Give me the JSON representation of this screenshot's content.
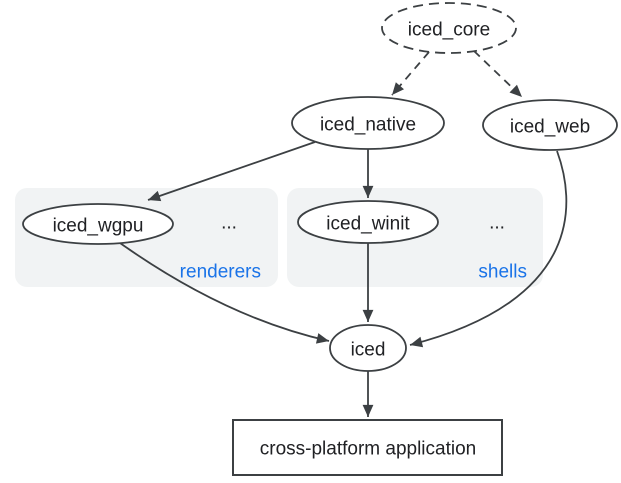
{
  "diagram": {
    "kind": "dependency-graph",
    "nodes": {
      "iced_core": {
        "label": "iced_core",
        "shape": "ellipse",
        "border": "dashed"
      },
      "iced_native": {
        "label": "iced_native",
        "shape": "ellipse",
        "border": "solid"
      },
      "iced_web": {
        "label": "iced_web",
        "shape": "ellipse",
        "border": "solid"
      },
      "iced_wgpu": {
        "label": "iced_wgpu",
        "shape": "ellipse",
        "border": "solid"
      },
      "iced_winit": {
        "label": "iced_winit",
        "shape": "ellipse",
        "border": "solid"
      },
      "iced": {
        "label": "iced",
        "shape": "ellipse",
        "border": "solid"
      },
      "app": {
        "label": "cross-platform application",
        "shape": "rectangle",
        "border": "solid"
      }
    },
    "groups": {
      "renderers": {
        "label": "renderers",
        "ellipsis": "...",
        "members": [
          "iced_wgpu"
        ]
      },
      "shells": {
        "label": "shells",
        "ellipsis": "...",
        "members": [
          "iced_winit"
        ]
      }
    },
    "edges": [
      {
        "from": "iced_core",
        "to": "iced_native",
        "style": "dashed"
      },
      {
        "from": "iced_core",
        "to": "iced_web",
        "style": "dashed"
      },
      {
        "from": "iced_native",
        "to": "iced_wgpu",
        "style": "solid"
      },
      {
        "from": "iced_native",
        "to": "iced_winit",
        "style": "solid"
      },
      {
        "from": "iced_wgpu",
        "to": "iced",
        "style": "solid"
      },
      {
        "from": "iced_winit",
        "to": "iced",
        "style": "solid"
      },
      {
        "from": "iced_web",
        "to": "iced",
        "style": "solid"
      },
      {
        "from": "iced",
        "to": "app",
        "style": "solid"
      }
    ]
  },
  "colors": {
    "stroke": "#3c4043",
    "text": "#202124",
    "accent_blue": "#1a73e8",
    "group_bg": "#f1f3f4",
    "canvas_bg": "#ffffff"
  }
}
